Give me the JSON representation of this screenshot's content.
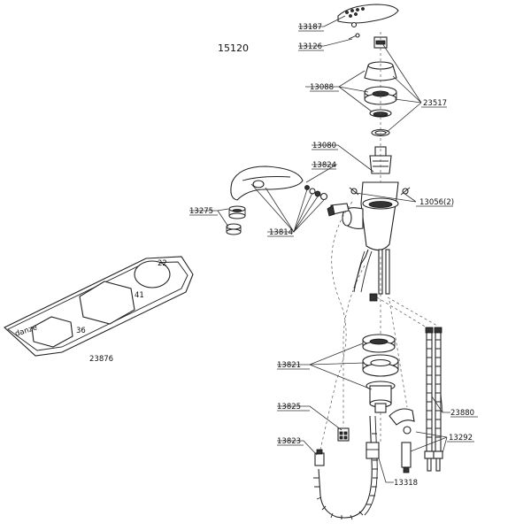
{
  "drawing_number": "15120",
  "parts": [
    {
      "key": "p13187",
      "label": "13187"
    },
    {
      "key": "p13126",
      "label": "13126"
    },
    {
      "key": "p13088",
      "label": "13088"
    },
    {
      "key": "p23517",
      "label": "23517"
    },
    {
      "key": "p13080",
      "label": "13080"
    },
    {
      "key": "p13824",
      "label": "13824"
    },
    {
      "key": "p13275",
      "label": "13275"
    },
    {
      "key": "p13056",
      "label": "13056(2)"
    },
    {
      "key": "p13814",
      "label": "13814"
    },
    {
      "key": "p23876",
      "label": "23876"
    },
    {
      "key": "p13821",
      "label": "13821"
    },
    {
      "key": "p23880",
      "label": "23880"
    },
    {
      "key": "p13825",
      "label": "13825"
    },
    {
      "key": "p13292",
      "label": "13292"
    },
    {
      "key": "p13823",
      "label": "13823"
    },
    {
      "key": "p13318",
      "label": "13318"
    }
  ],
  "wrench_markings": {
    "size_large": "22",
    "size_medium": "41",
    "size_small": "36",
    "brand": "danze"
  }
}
